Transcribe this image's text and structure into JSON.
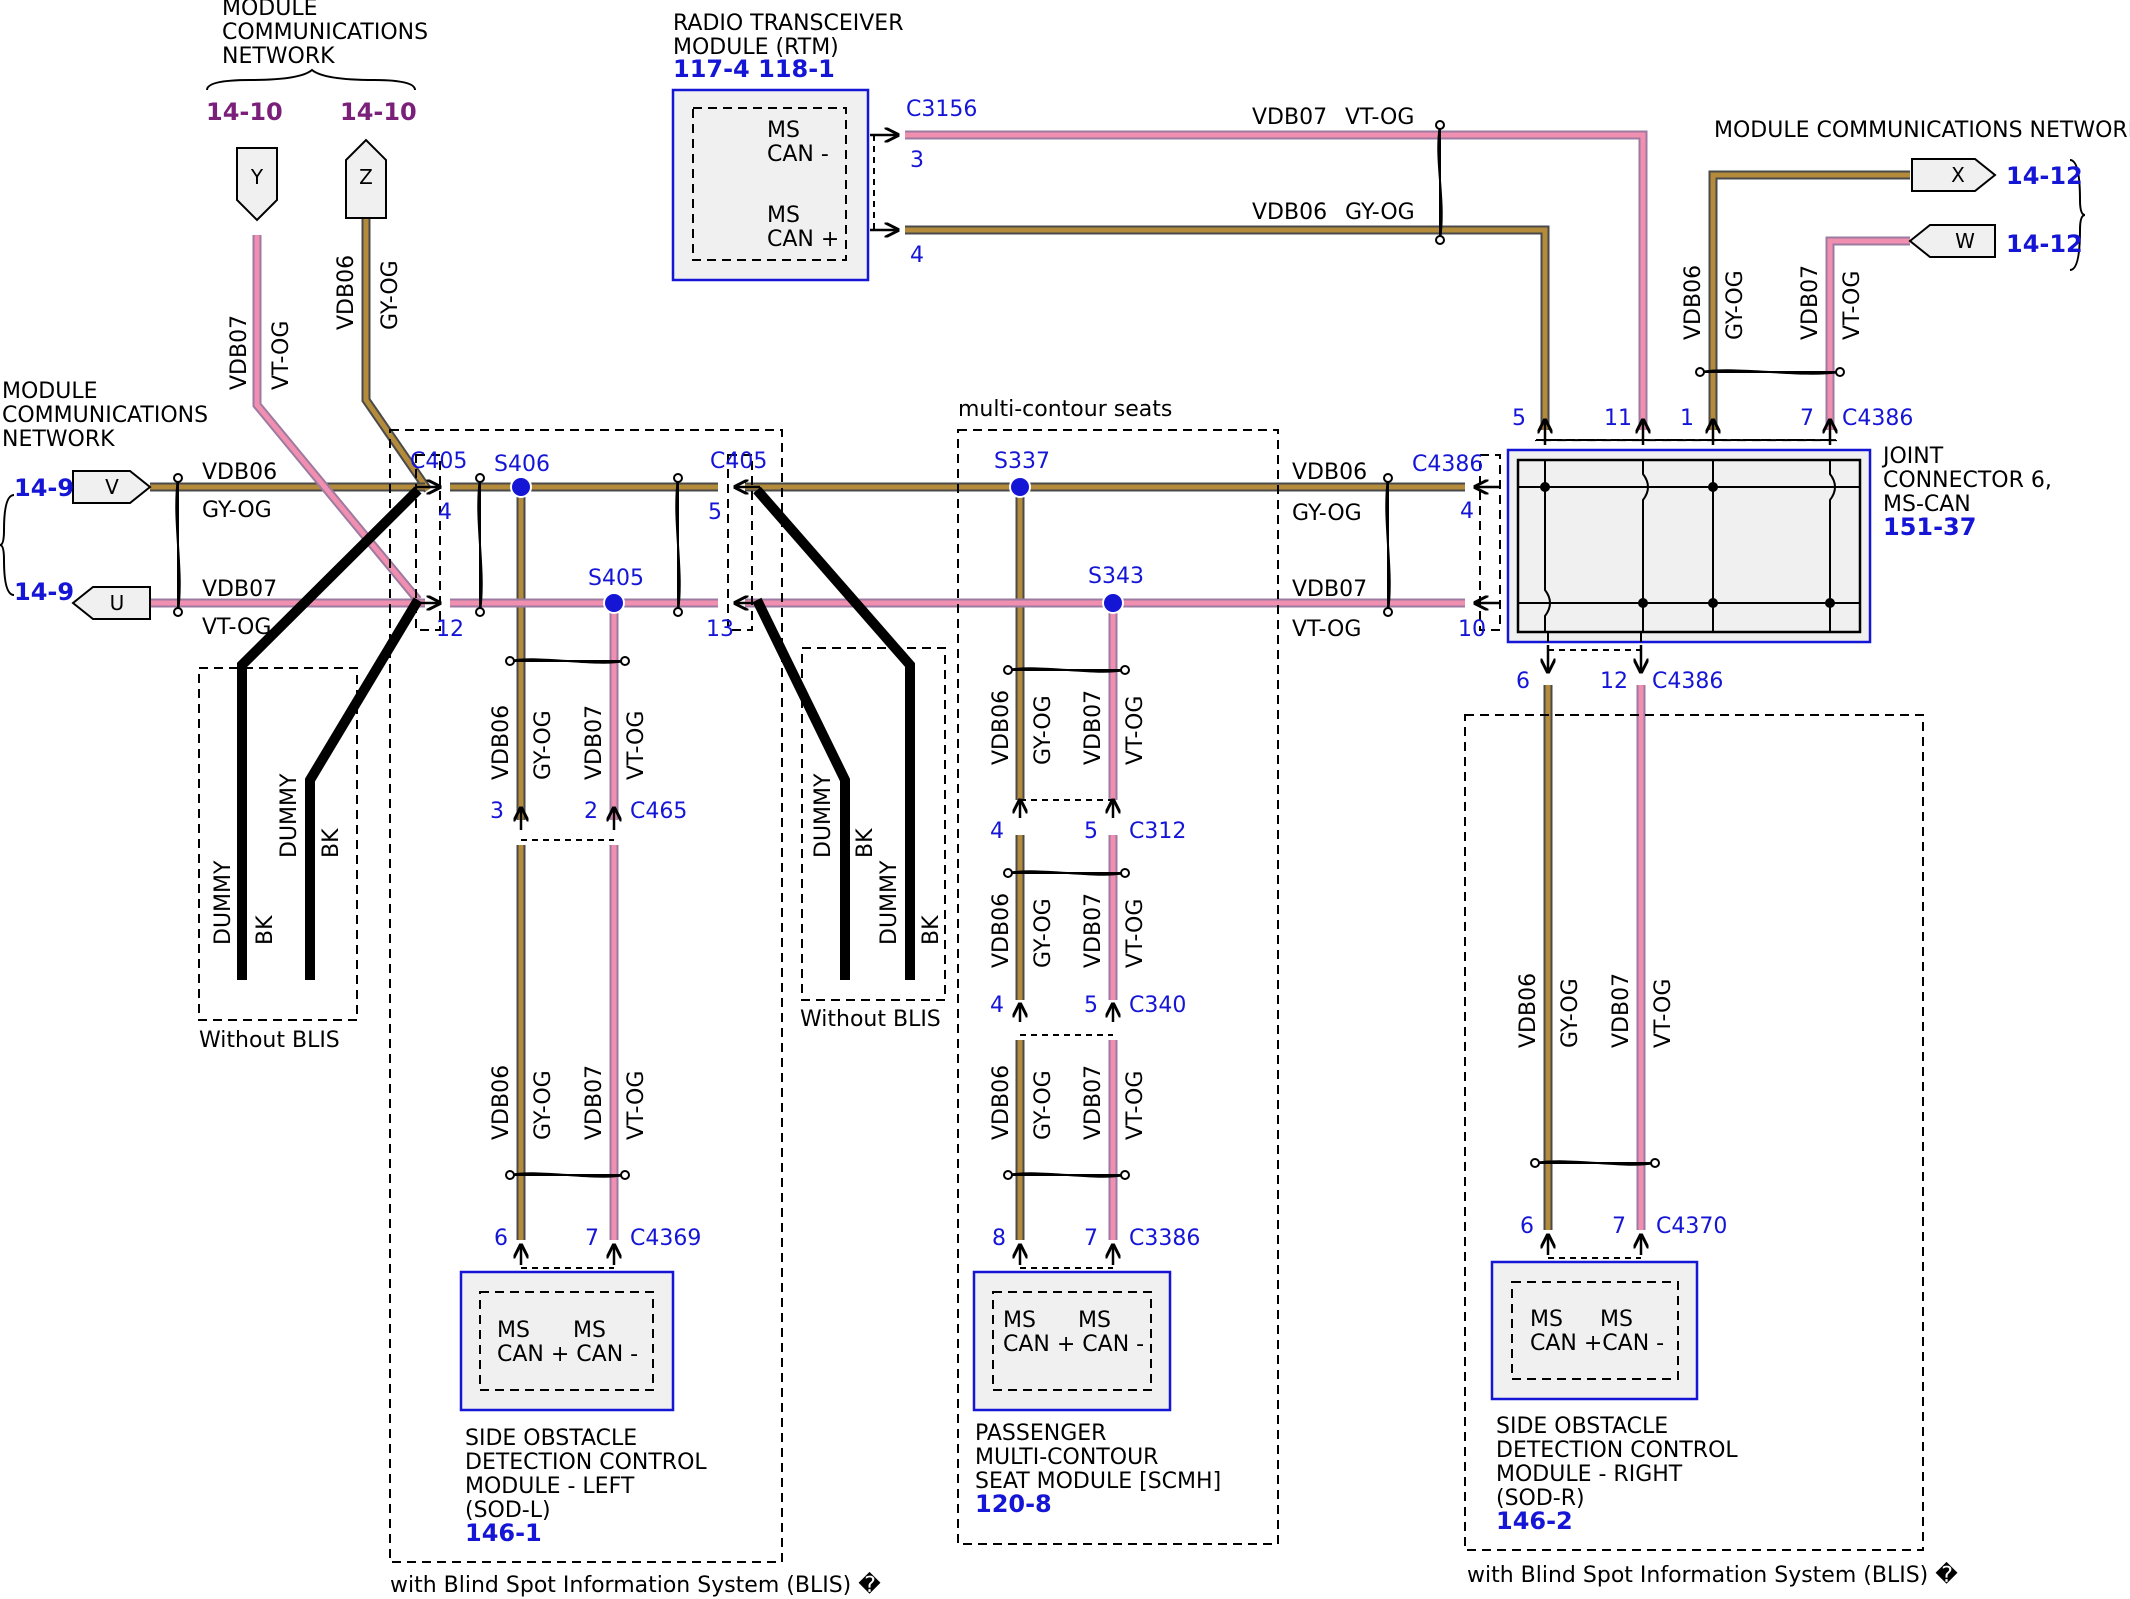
{
  "labels": {
    "mcn_top": "MODULE COMMUNICATIONS NETWORK",
    "mcn_top_l1": "MODULE",
    "mcn_top_l2": "COMMUNICATIONS",
    "mcn_top_l3": "NETWORK",
    "mcn_ref_a": "14-10",
    "mcn_ref_b": "14-10",
    "mcn_left_l1": "MODULE",
    "mcn_left_l2": "COMMUNICATIONS",
    "mcn_left_l3": "NETWORK",
    "mcn_right": "MODULE COMMUNICATIONS NETWORK",
    "ref_14_9_a": "14-9",
    "ref_14_9_b": "14-9",
    "ref_14_12_a": "14-12",
    "ref_14_12_b": "14-12",
    "connector_Y": "Y",
    "connector_Z": "Z",
    "connector_V": "V",
    "connector_U": "U",
    "connector_X": "X",
    "connector_W": "W",
    "rtm_l1": "RADIO TRANSCEIVER",
    "rtm_l2": "MODULE (RTM)",
    "rtm_ref": "117-4 118-1",
    "rtm_pin_minus_l1": "MS",
    "rtm_pin_minus_l2": "CAN -",
    "rtm_pin_plus_l1": "MS",
    "rtm_pin_plus_l2": "CAN +",
    "c3156": "C3156",
    "c3156_pin3": "3",
    "c3156_pin4": "4",
    "vdb07": "VDB07",
    "vdb06": "VDB06",
    "vt_og": "VT-OG",
    "gy_og": "GY-OG",
    "dummy": "DUMMY",
    "bk": "BK",
    "without_blis": "Without BLIS",
    "multi_contour": "multi-contour seats",
    "c405": "C405",
    "s406": "S406",
    "s405": "S405",
    "s337": "S337",
    "s343": "S343",
    "c4386": "C4386",
    "c465": "C465",
    "c312": "C312",
    "c340": "C340",
    "c4369": "C4369",
    "c3386": "C3386",
    "c4370": "C4370",
    "pin_1": "1",
    "pin_2": "2",
    "pin_3": "3",
    "pin_4": "4",
    "pin_5": "5",
    "pin_6": "6",
    "pin_7": "7",
    "pin_8": "8",
    "pin_10": "10",
    "pin_11": "11",
    "pin_12": "12",
    "pin_13": "13",
    "joint_l1": "JOINT",
    "joint_l2": "CONNECTOR 6,",
    "joint_l3": "MS-CAN",
    "joint_ref": "151-37",
    "ms": "MS",
    "can_plus_can_minus": "CAN + CAN -",
    "can_plus_can_minus_r": "CAN +CAN -",
    "sodl_l1": "SIDE OBSTACLE",
    "sodl_l2": "DETECTION CONTROL",
    "sodl_l3": "MODULE - LEFT",
    "sodl_l4": "(SOD-L)",
    "sodl_ref": "146-1",
    "scmh_l1": "PASSENGER",
    "scmh_l2": "MULTI-CONTOUR",
    "scmh_l3": "SEAT MODULE [SCMH]",
    "scmh_ref": "120-8",
    "sodr_l1": "SIDE OBSTACLE",
    "sodr_l2": "DETECTION CONTROL",
    "sodr_l3": "MODULE - RIGHT",
    "sodr_l4": "(SOD-R)",
    "sodr_ref": "146-2",
    "with_blis": "with Blind Spot Information System (BLIS) �"
  },
  "colors": {
    "gy_og_core": "#b38b3a",
    "vt_og_core": "#f08fb0",
    "connector_blue": "#1515d6",
    "ref_purple": "#7a1f7a"
  }
}
